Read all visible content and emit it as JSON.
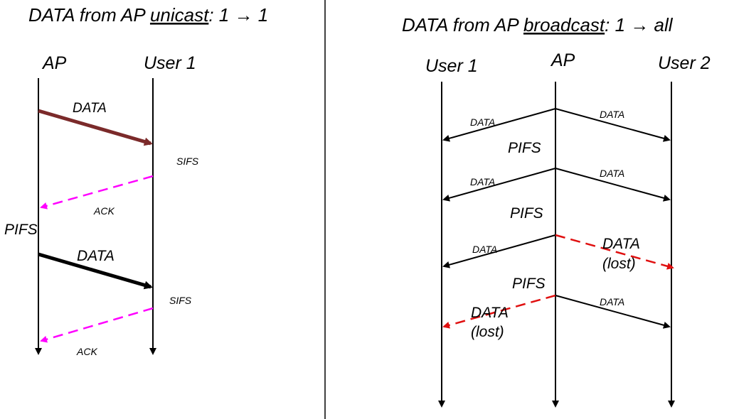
{
  "colors": {
    "line": "#000000",
    "unicast_data": "#7b2a2a",
    "ack": "#ff00ff",
    "lost": "#e01010"
  },
  "left": {
    "title_prefix": "DATA from AP ",
    "title_keyword": "unicast",
    "title_suffix": ": 1 → 1",
    "actor_ap": "AP",
    "actor_user1": "User 1",
    "data1": "DATA",
    "sifs1": "SIFS",
    "ack1": "ACK",
    "pifs": "PIFS",
    "data2": "DATA",
    "sifs2": "SIFS",
    "ack2": "ACK"
  },
  "right": {
    "title_prefix": "DATA from AP ",
    "title_keyword": "broadcast",
    "title_suffix": ": 1 → all",
    "actor_user1": "User 1",
    "actor_ap": "AP",
    "actor_user2": "User 2",
    "r1_data_left": "DATA",
    "r1_data_right": "DATA",
    "pifs1": "PIFS",
    "r2_data_left": "DATA",
    "r2_data_right": "DATA",
    "pifs2": "PIFS",
    "r3_data_left": "DATA",
    "r3_data_right": "DATA",
    "r3_lost": "(lost)",
    "pifs3": "PIFS",
    "r4_data_left": "DATA",
    "r4_lost": "(lost)",
    "r4_data_right": "DATA"
  }
}
